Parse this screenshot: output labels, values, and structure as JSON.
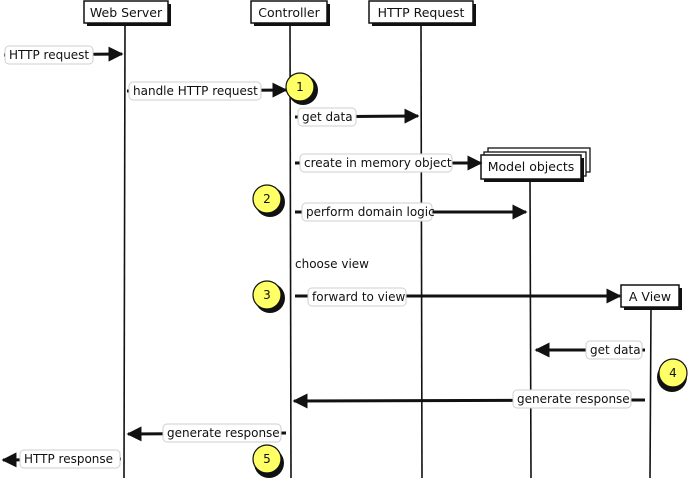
{
  "colors": {
    "ink": "#111111",
    "marker": "#ffff66",
    "label_border": "#cfcfcf",
    "background": "#ffffff"
  },
  "participants": [
    {
      "id": "web-server",
      "label": "Web Server"
    },
    {
      "id": "controller",
      "label": "Controller"
    },
    {
      "id": "http-request",
      "label": "HTTP Request"
    },
    {
      "id": "model-objects",
      "label": "Model objects"
    },
    {
      "id": "a-view",
      "label": "A View"
    }
  ],
  "messages": [
    {
      "id": "http-request-in",
      "label": "HTTP request"
    },
    {
      "id": "handle-http-request",
      "label": "handle HTTP request"
    },
    {
      "id": "get-data-request",
      "label": "get data"
    },
    {
      "id": "create-in-memory-object",
      "label": "create in memory object"
    },
    {
      "id": "perform-domain-logic",
      "label": "perform domain logic"
    },
    {
      "id": "forward-to-view",
      "label": "forward to view"
    },
    {
      "id": "view-get-data",
      "label": "get data"
    },
    {
      "id": "view-generate-response",
      "label": "generate response"
    },
    {
      "id": "controller-generate-response",
      "label": "generate response"
    },
    {
      "id": "http-response-out",
      "label": "HTTP response"
    }
  ],
  "notes": {
    "choose_view": "choose view"
  },
  "steps": [
    "1",
    "2",
    "3",
    "4",
    "5"
  ]
}
